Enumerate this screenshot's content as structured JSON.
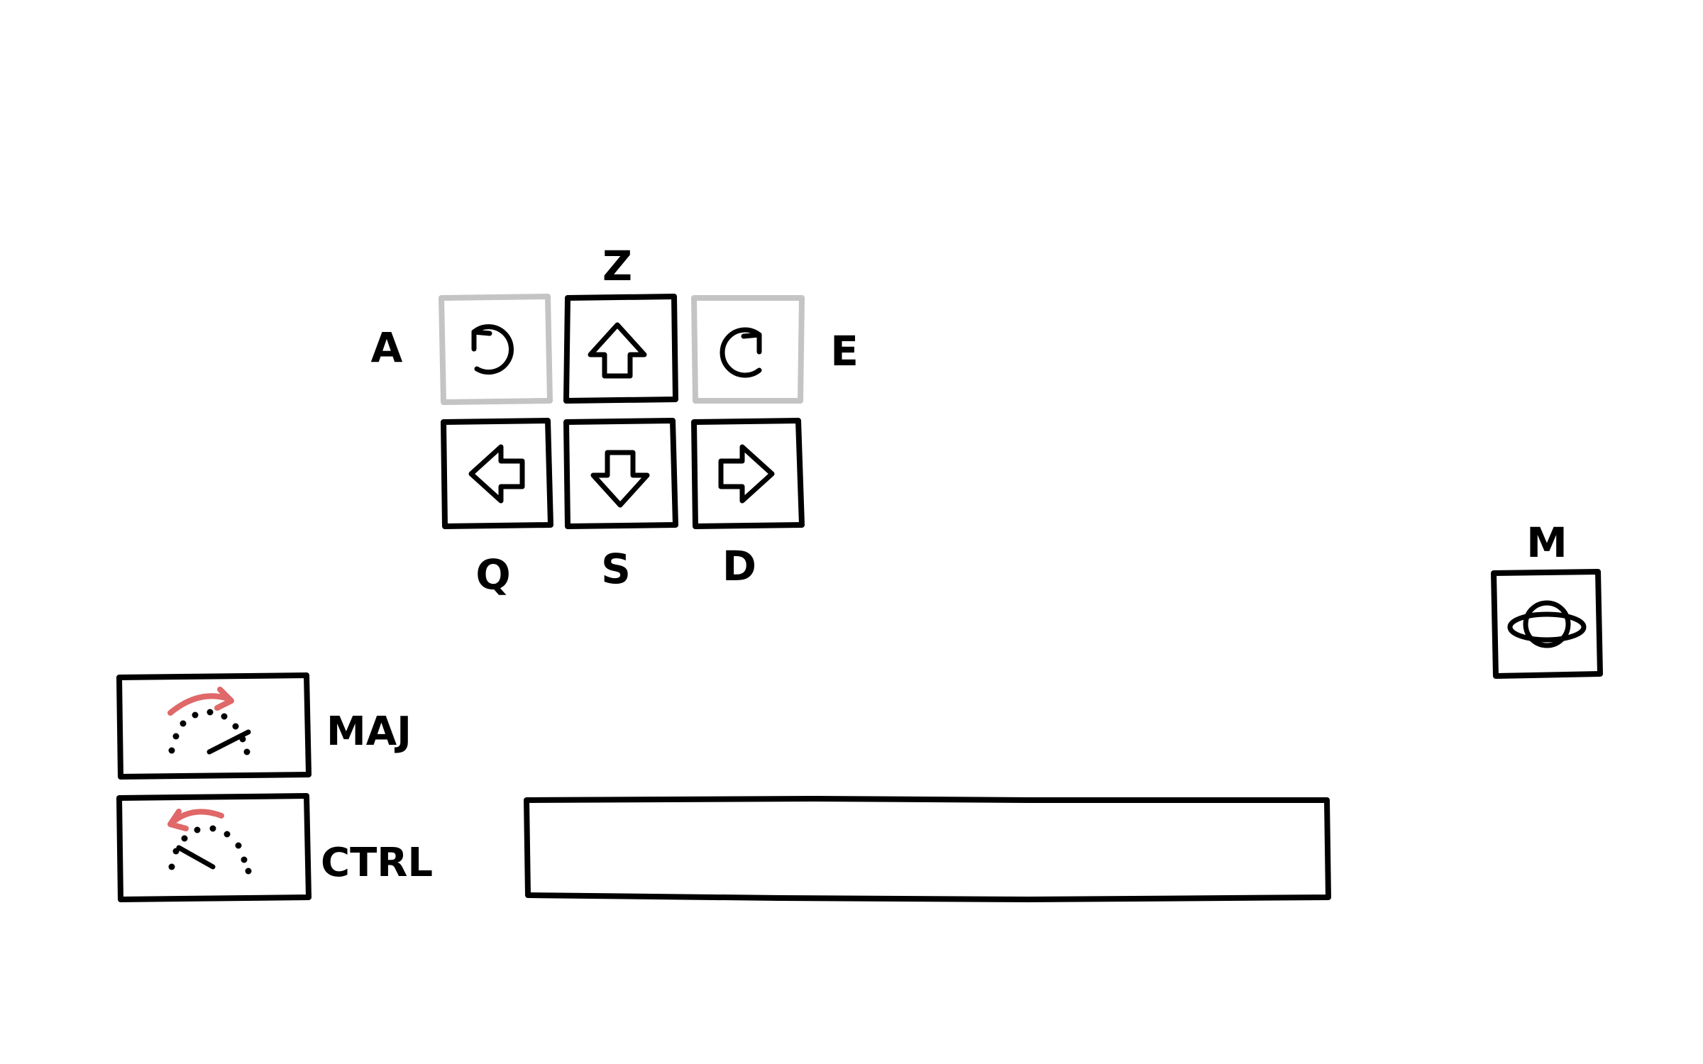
{
  "controls": {
    "rotate_left": {
      "key": "A",
      "icon": "rotate-left-icon",
      "enabled": false
    },
    "forward": {
      "key": "Z",
      "icon": "arrow-up-icon",
      "enabled": true
    },
    "rotate_right": {
      "key": "E",
      "icon": "rotate-right-icon",
      "enabled": false
    },
    "left": {
      "key": "Q",
      "icon": "arrow-left-icon",
      "enabled": true
    },
    "backward": {
      "key": "S",
      "icon": "arrow-down-icon",
      "enabled": true
    },
    "right": {
      "key": "D",
      "icon": "arrow-right-icon",
      "enabled": true
    },
    "map": {
      "key": "M",
      "icon": "planet-icon",
      "enabled": true
    },
    "speed_up": {
      "key": "MAJ",
      "icon": "speed-up-gauge-icon",
      "enabled": true
    },
    "speed_down": {
      "key": "CTRL",
      "icon": "speed-down-gauge-icon",
      "enabled": true
    }
  },
  "colors": {
    "ink": "#000000",
    "disabled": "#c4c4c4",
    "accent": "#e06868",
    "background": "#ffffff"
  }
}
